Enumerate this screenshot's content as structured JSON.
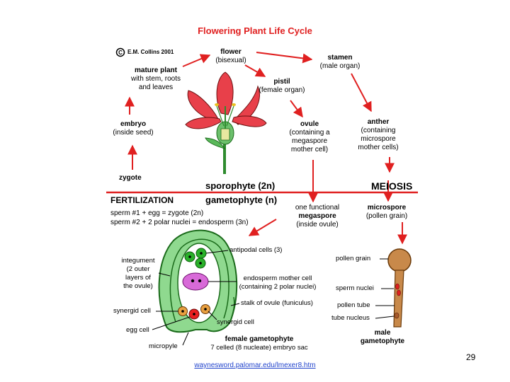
{
  "title": "Flowering Plant Life Cycle",
  "copyright": "E.M. Collins 2001",
  "copyright_symbol": "C",
  "nodes": {
    "flower": {
      "name": "flower",
      "detail": "(bisexual)"
    },
    "stamen": {
      "name": "stamen",
      "detail": "(male organ)"
    },
    "mature_plant": {
      "name": "mature plant",
      "line2": "with stem, roots",
      "line3": "and leaves"
    },
    "pistil": {
      "name": "pistil",
      "detail": "(female organ)"
    },
    "embryo": {
      "name": "embryo",
      "detail": "(inside seed)"
    },
    "ovule": {
      "name": "ovule",
      "line2": "(containing a",
      "line3": "megaspore",
      "line4": "mother cell)"
    },
    "anther": {
      "name": "anther",
      "line2": "(containing",
      "line3": "microspore",
      "line4": "mother cells)"
    },
    "zygote": {
      "name": "zygote"
    }
  },
  "phases": {
    "sporophyte": "sporophyte (2n)",
    "gametophyte": "gametophyte (n)",
    "meiosis": "MEIOSIS",
    "fertilization": "FERTILIZATION"
  },
  "fertilization_eqs": {
    "line1": "sperm #1 + egg = zygote (2n)",
    "line2": "sperm #2 + 2 polar nuclei = endosperm (3n)"
  },
  "megaspore": {
    "line1": "one functional",
    "line2": "megaspore",
    "line3": "(inside ovule)"
  },
  "microspore": {
    "name": "microspore",
    "detail": "(pollen grain)"
  },
  "female_labels": {
    "integument_1": "integument",
    "integument_2": "(2 outer",
    "integument_3": "layers of",
    "integument_4": "the ovule)",
    "antipodal": "antipodal cells (3)",
    "endosperm_1": "endosperm mother cell",
    "endosperm_2": "(containing 2 polar nuclei)",
    "stalk": "stalk of ovule (funiculus)",
    "synergid_left": "synergid cell",
    "synergid_right": "synergid cell",
    "egg": "egg cell",
    "micropyle": "micropyle",
    "title": "female gametophyte",
    "subtitle": "7 celled (8 nucleate) embryo sac"
  },
  "male_labels": {
    "pollen_grain": "pollen grain",
    "sperm_nuclei": "sperm nuclei",
    "pollen_tube": "pollen tube",
    "tube_nucleus": "tube nucleus",
    "title_1": "male",
    "title_2": "gametophyte"
  },
  "page_number": "29",
  "link": "waynesword.palomar.edu/lmexer8.htm",
  "colors": {
    "arrow": "#e02020",
    "title": "#e02020",
    "link": "#2244cc",
    "petal": "#e8404a",
    "cell_green": "#8fd98f",
    "pollen": "#c8894a"
  }
}
